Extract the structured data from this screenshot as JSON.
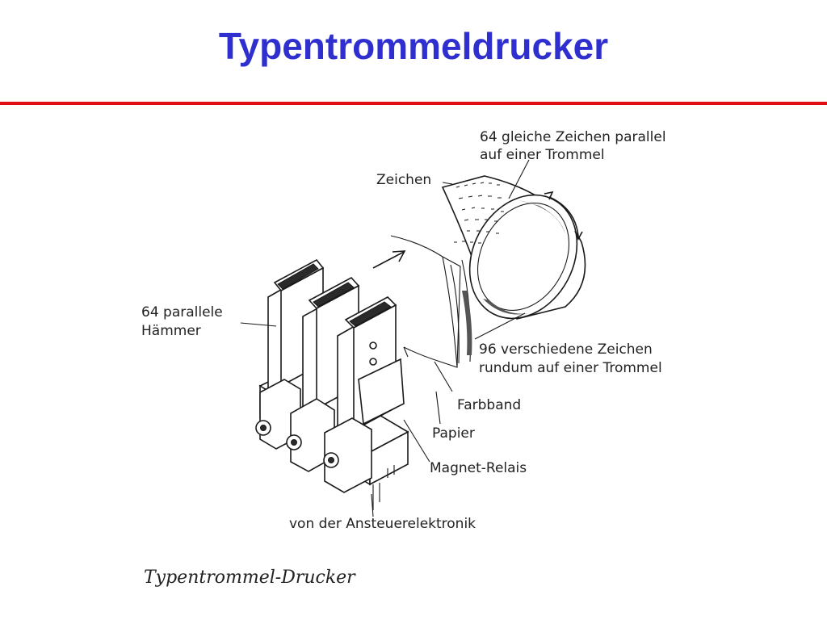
{
  "slide": {
    "title": "Typentrommeldrucker",
    "title_color": "#2f2fd0",
    "rule_color": "#e01010"
  },
  "figure": {
    "labels": {
      "drum_parallel_line1": "64 gleiche Zeichen parallel",
      "drum_parallel_line2": "auf einer Trommel",
      "zeichen": "Zeichen",
      "hammers_line1": "64 parallele",
      "hammers_line2": "Hämmer",
      "drum_around_line1": "96 verschiedene Zeichen",
      "drum_around_line2": "rundum auf einer Trommel",
      "farbband": "Farbband",
      "papier": "Papier",
      "magnet_relais": "Magnet-Relais",
      "ansteuer": "von der Ansteuerelektronik"
    },
    "caption": "Typentrommel-Drucker"
  }
}
